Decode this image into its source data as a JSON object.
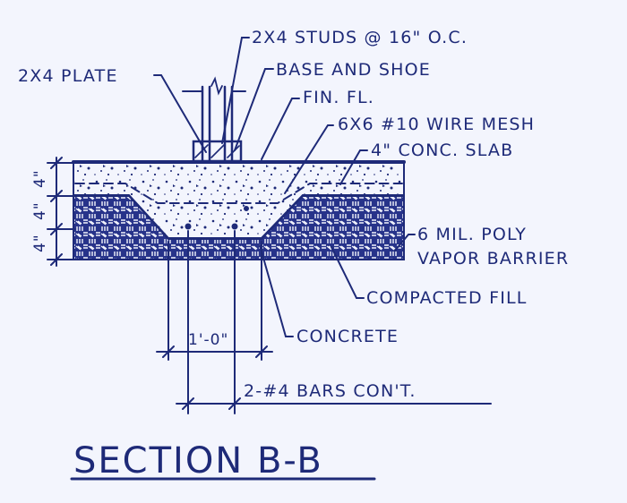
{
  "drawing": {
    "title": "SECTION B-B",
    "ink_color": "#1e2a78",
    "paper_color": "#f3f5fd"
  },
  "callouts": {
    "studs": "2X4 STUDS @ 16\" O.C.",
    "plate": "2X4 PLATE",
    "base_shoe": "BASE AND SHOE",
    "fin_floor": "FIN. FL.",
    "wire_mesh": "6X6 #10 WIRE MESH",
    "slab": "4\" CONC. SLAB",
    "poly_line1": "6 MIL. POLY",
    "poly_line2": "VAPOR BARRIER",
    "fill": "COMPACTED FILL",
    "concrete": "CONCRETE",
    "bars": "2-#4 BARS CON'T."
  },
  "dimensions": {
    "vertical_1": "4\"",
    "vertical_2": "4\"",
    "vertical_3": "4\"",
    "footing_width": "1'-0\""
  }
}
